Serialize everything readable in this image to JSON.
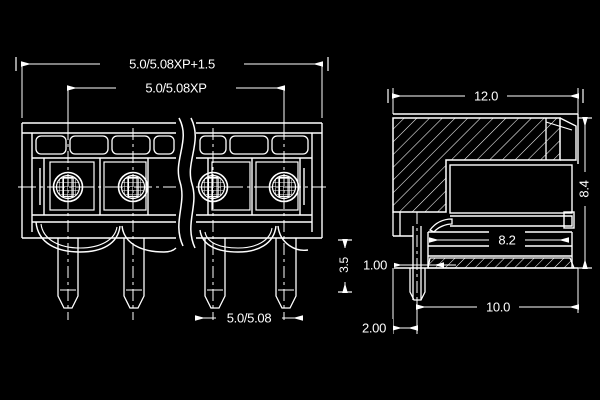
{
  "drawing": {
    "background_color": "#000000",
    "line_color": "#ffffff",
    "title": "Terminal Block Connector Technical Drawing",
    "views": [
      {
        "name": "front-view",
        "position": "left",
        "has_break_line": true,
        "poles_shown": 4
      },
      {
        "name": "side-section-view",
        "position": "right",
        "section_hatching": true
      }
    ]
  },
  "dimensions": {
    "overall_width": "5.0/5.08XP+1.5",
    "pin_span": "5.0/5.08XP",
    "pitch": "5.0/5.08",
    "body_depth": "12.0",
    "body_height": "8.4",
    "inner_depth": "8.2",
    "pin_diameter": "1.00",
    "pin_length": "3.5",
    "pin_offset": "2.00",
    "base_depth": "10.0"
  }
}
